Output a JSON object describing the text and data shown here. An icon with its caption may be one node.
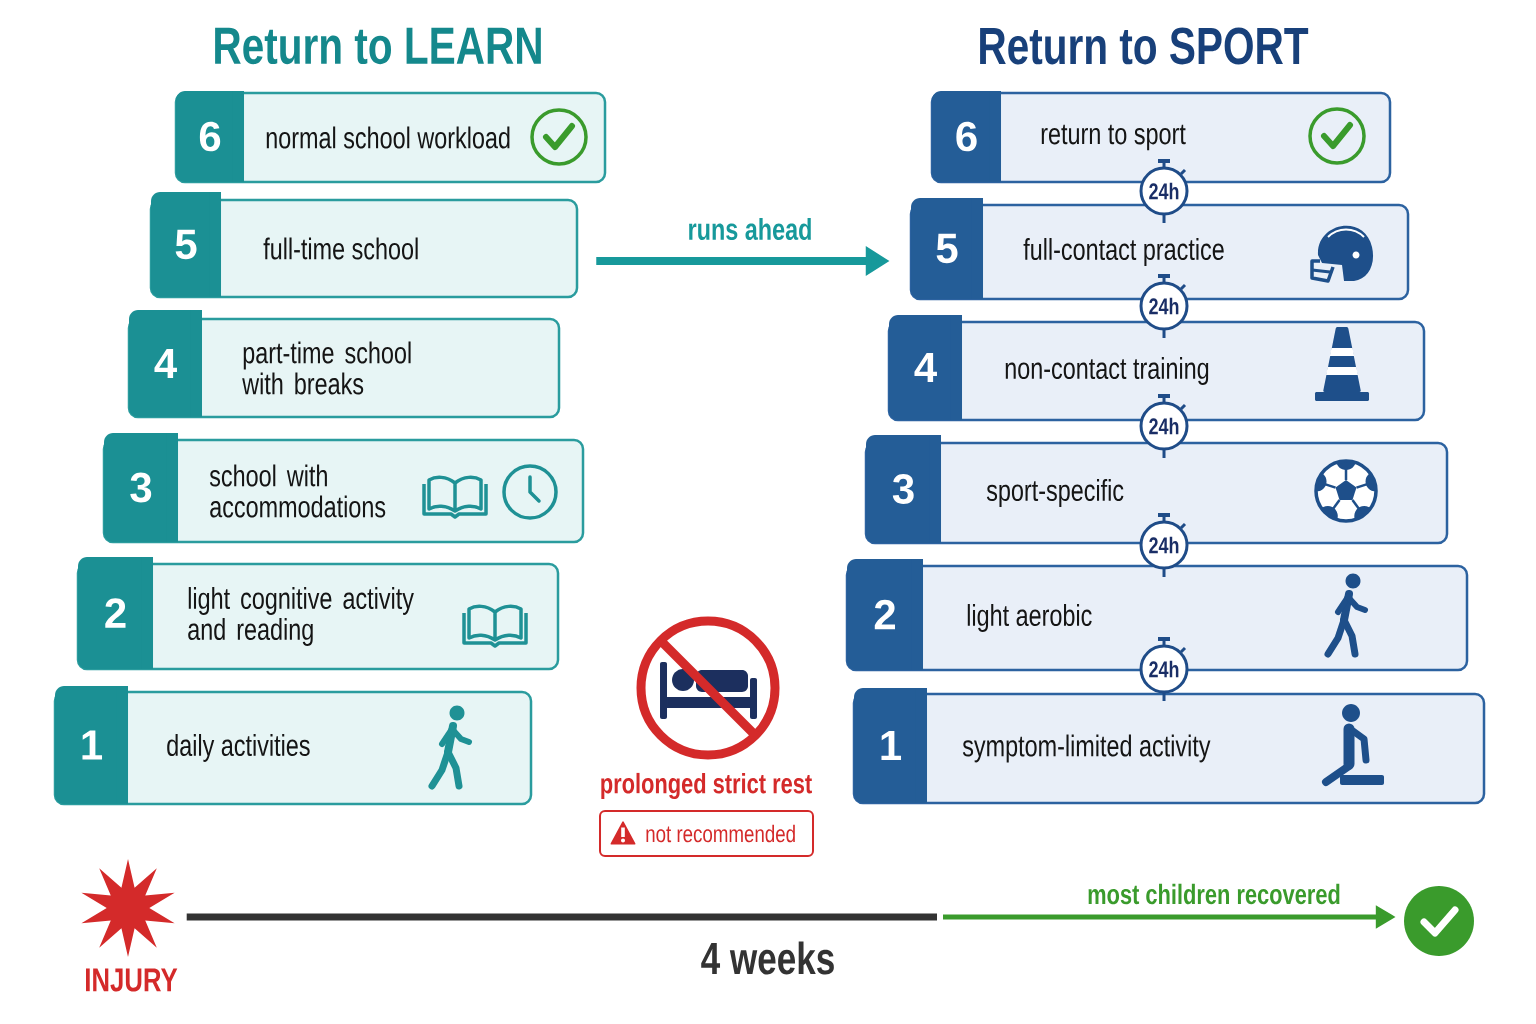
{
  "diagram": {
    "nodes": [
      {
        "text": [
          "6",
          "normal school workload"
        ]
      },
      {
        "text": [
          "5",
          "full-time school"
        ]
      },
      {
        "text": [
          "4",
          "part-time school with breaks"
        ]
      },
      {
        "text": [
          "3",
          "school with accommodations"
        ]
      },
      {
        "text": [
          "2",
          "light cognitive activity and reading"
        ]
      },
      {
        "text": [
          "1",
          "daily activities"
        ]
      },
      {
        "text": [
          "6",
          "return to sport"
        ]
      },
      {
        "text": [
          "5",
          "full-contact practice"
        ]
      },
      {
        "text": [
          "4",
          "non-contact training"
        ]
      },
      {
        "text": [
          "3",
          "sport-specific"
        ]
      },
      {
        "text": [
          "2",
          "light aerobic"
        ]
      },
      {
        "text": [
          "1",
          "symptom-limited activity"
        ]
      },
      {
        "text": [
          "24h"
        ]
      },
      {
        "text": [
          "24h"
        ]
      },
      {
        "text": [
          "24h"
        ]
      },
      {
        "text": [
          "24h"
        ]
      },
      {
        "text": [
          "24h"
        ]
      },
      {
        "text": [
          "not recommended"
        ]
      },
      {
        "text": [
          "INJURY"
        ]
      },
      {
        "text": [],
        "shape": "circle"
      }
    ],
    "edges": [
      {
        "from": 1,
        "to": 7,
        "arrow": "to",
        "label": "runs ahead",
        "color": "#17999b"
      },
      {
        "from": 18,
        "to": null,
        "arrow": "none",
        "label": "4 weeks",
        "color": "#333333"
      },
      {
        "from": null,
        "to": 19,
        "arrow": "to",
        "label": "most children recovered",
        "color": "#3a9b2c"
      }
    ],
    "labels": [
      "Return to LEARN",
      "Return to SPORT",
      "prolonged strict rest"
    ]
  }
}
